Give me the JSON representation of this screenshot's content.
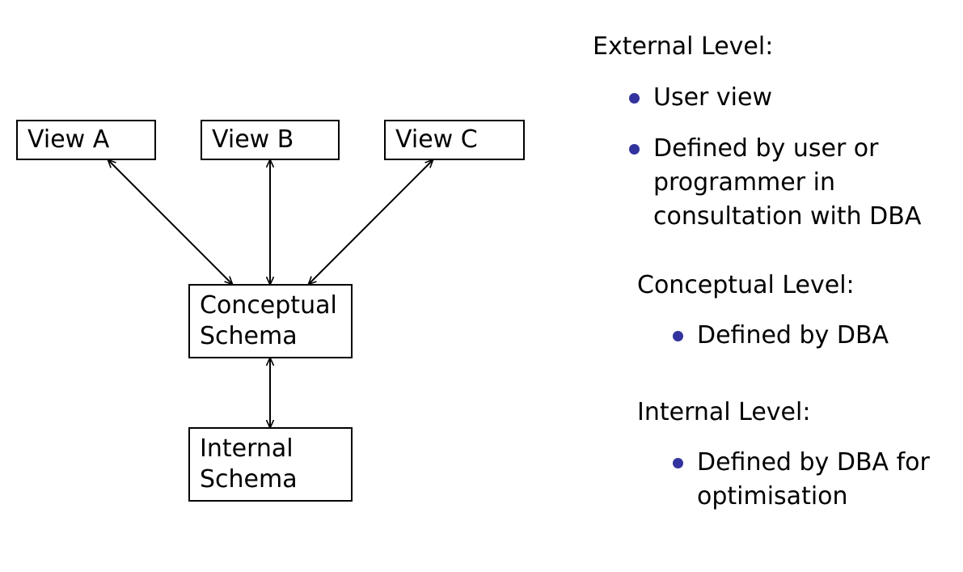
{
  "diagram": {
    "view_a": "View A",
    "view_b": "View B",
    "view_c": "View C",
    "conceptual": [
      "Conceptual",
      "Schema"
    ],
    "internal": [
      "Internal",
      "Schema"
    ]
  },
  "notes": {
    "external": {
      "heading": "External Level:",
      "bullets": [
        [
          "User view"
        ],
        [
          "Defined by user or",
          "programmer in",
          "consultation with DBA"
        ]
      ]
    },
    "conceptual": {
      "heading": "Conceptual Level:",
      "bullets": [
        [
          "Defined by DBA"
        ]
      ]
    },
    "internal": {
      "heading": "Internal Level:",
      "bullets": [
        [
          "Defined by DBA for",
          "optimisation"
        ]
      ]
    }
  },
  "colors": {
    "bullet": "#33339f",
    "line": "#000000"
  }
}
